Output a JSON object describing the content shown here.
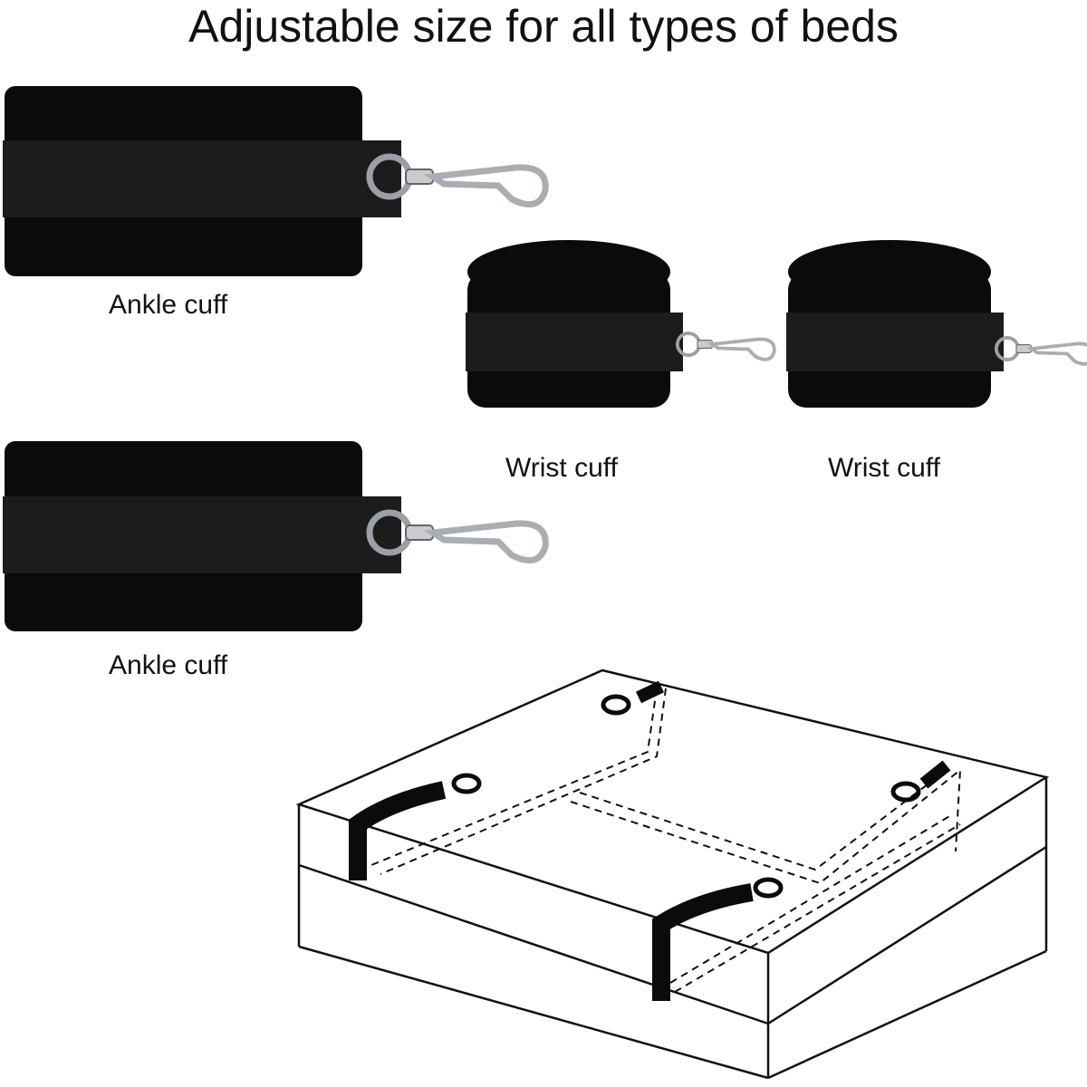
{
  "title": "Adjustable size for all types of beds",
  "labels": {
    "ankle_cuff_top": "Ankle cuff",
    "ankle_cuff_bottom": "Ankle cuff",
    "wrist_cuff_left": "Wrist cuff",
    "wrist_cuff_right": "Wrist cuff"
  },
  "colors": {
    "cuff": "#0b0b0b",
    "strap": "#1c1c1c",
    "metal": "#b8bcc2",
    "background": "#ffffff"
  }
}
